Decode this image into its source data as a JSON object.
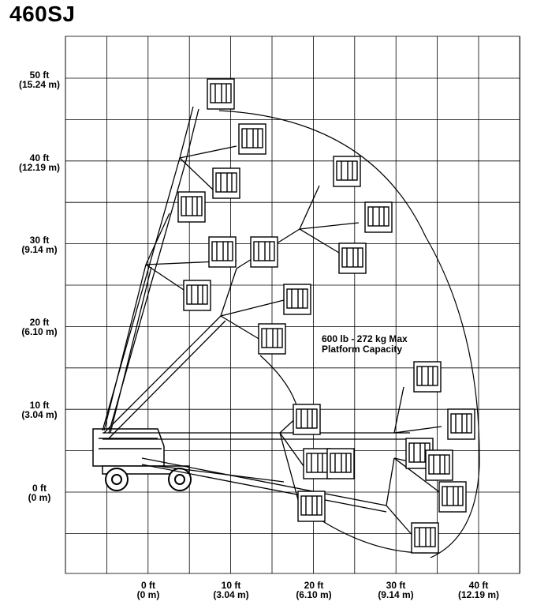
{
  "title": "460SJ",
  "capacity": {
    "line1": "600 lb - 272 kg Max",
    "line2": "Platform Capacity"
  },
  "y_labels": [
    {
      "value_ft": 50,
      "ft": "50 ft",
      "m": "(15.24 m)"
    },
    {
      "value_ft": 40,
      "ft": "40 ft",
      "m": "(12.19 m)"
    },
    {
      "value_ft": 30,
      "ft": "30 ft",
      "m": "(9.14 m)"
    },
    {
      "value_ft": 20,
      "ft": "20 ft",
      "m": "(6.10 m)"
    },
    {
      "value_ft": 10,
      "ft": "10 ft",
      "m": "(3.04 m)"
    },
    {
      "value_ft": 0,
      "ft": "0 ft",
      "m": "(0 m)"
    }
  ],
  "x_labels": [
    {
      "value_ft": 0,
      "ft": "0 ft",
      "m": "(0 m)"
    },
    {
      "value_ft": 10,
      "ft": "10 ft",
      "m": "(3.04 m)"
    },
    {
      "value_ft": 20,
      "ft": "20 ft",
      "m": "(6.10 m)"
    },
    {
      "value_ft": 30,
      "ft": "30 ft",
      "m": "(9.14 m)"
    },
    {
      "value_ft": 40,
      "ft": "40 ft",
      "m": "(12.19 m)"
    }
  ],
  "grid": true
}
